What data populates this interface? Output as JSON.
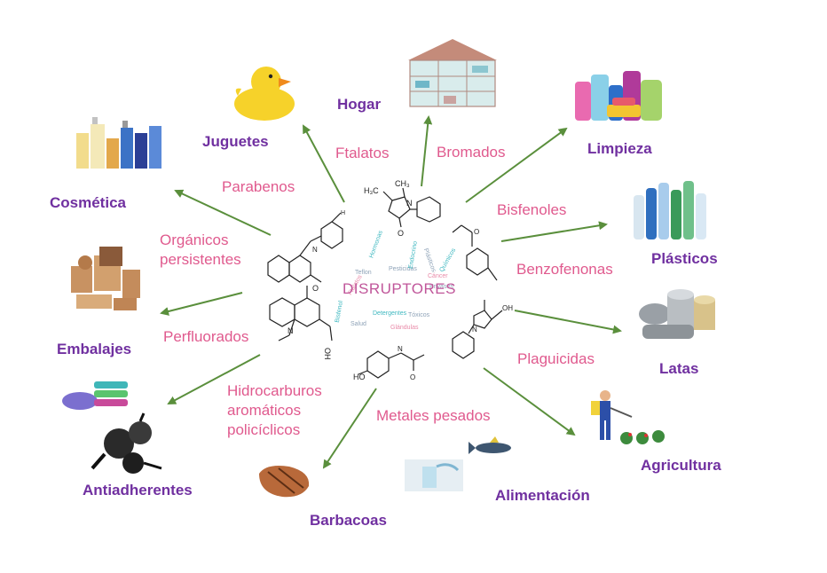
{
  "center": {
    "label": "DISRUPTORES",
    "cloud_words": [
      "Hormonas",
      "Pesticidas",
      "Teflon",
      "Detergentes",
      "Cáncer",
      "Envases",
      "Endocrino",
      "Plásticos",
      "Ftalatos",
      "Bisfenol",
      "Tóxicos",
      "Químicos",
      "Salud",
      "Glándulas"
    ]
  },
  "sources": [
    {
      "id": "juguetes",
      "label": "Juguetes"
    },
    {
      "id": "hogar",
      "label": "Hogar"
    },
    {
      "id": "limpieza",
      "label": "Limpieza"
    },
    {
      "id": "cosmetica",
      "label": "Cosmética"
    },
    {
      "id": "plasticos",
      "label": "Plásticos"
    },
    {
      "id": "embalajes",
      "label": "Embalajes"
    },
    {
      "id": "latas",
      "label": "Latas"
    },
    {
      "id": "antiadherentes",
      "label": "Antiadherentes"
    },
    {
      "id": "agricultura",
      "label": "Agricultura"
    },
    {
      "id": "alimentacion",
      "label": "Alimentación"
    },
    {
      "id": "barbacoas",
      "label": "Barbacoas"
    }
  ],
  "chemicals": [
    {
      "id": "ftalatos",
      "lines": [
        "Ftalatos"
      ]
    },
    {
      "id": "bromados",
      "lines": [
        "Bromados"
      ]
    },
    {
      "id": "parabenos",
      "lines": [
        "Parabenos"
      ]
    },
    {
      "id": "bisfenoles",
      "lines": [
        "Bisfenoles"
      ]
    },
    {
      "id": "organicos",
      "lines": [
        "Orgánicos",
        "persistentes"
      ]
    },
    {
      "id": "benzofenonas",
      "lines": [
        "Benzofenonas"
      ]
    },
    {
      "id": "perfluorados",
      "lines": [
        "Perfluorados"
      ]
    },
    {
      "id": "plaguicidas",
      "lines": [
        "Plaguicidas"
      ]
    },
    {
      "id": "hidrocarburos",
      "lines": [
        "Hidrocarburos",
        "aromáticos",
        "policíclicos"
      ]
    },
    {
      "id": "metales",
      "lines": [
        "Metales pesados"
      ]
    }
  ],
  "molecule_labels": {
    "h3c": "H₃C",
    "ch3": "CH₃",
    "n": "N",
    "o": "O",
    "ho": "HO",
    "oh": "OH",
    "h": "H"
  },
  "colors": {
    "source": "#7030a0",
    "chemical": "#e05a8e",
    "arrow": "#5a8f3c",
    "molecule": "#222222"
  }
}
